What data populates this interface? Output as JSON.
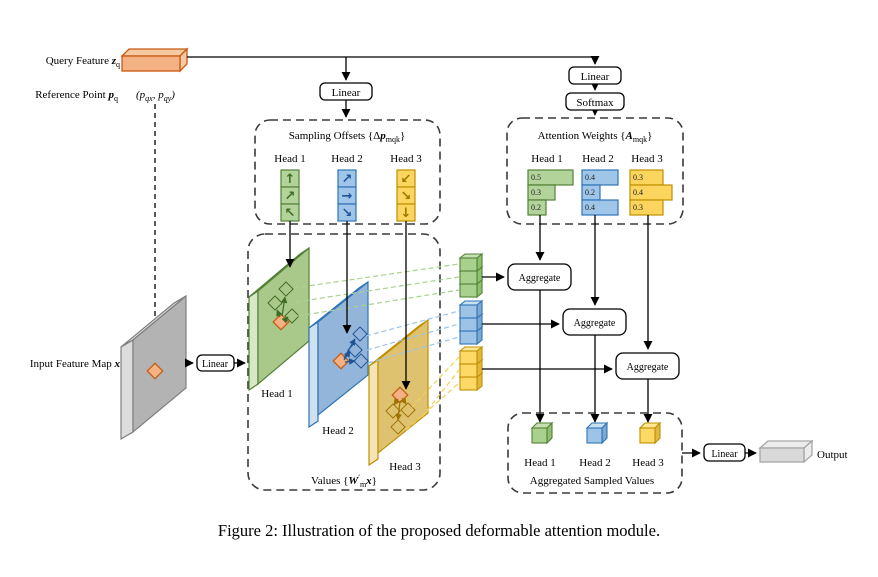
{
  "caption": "Figure 2: Illustration of the proposed deformable attention module.",
  "inputs": {
    "query_feature_label": "Query Feature ",
    "query_var": "z",
    "query_sub": "q",
    "reference_point_label": "Reference Point ",
    "ref_var": "p",
    "ref_sub": "q",
    "coords_open": "(",
    "coords_p1": "p",
    "coords_sub1": "qx",
    "coords_comma": ", ",
    "coords_p2": "p",
    "coords_sub2": "qy",
    "coords_close": ")",
    "input_feature_map_label": "Input Feature Map ",
    "input_var": "x"
  },
  "boxes": {
    "linear": "Linear",
    "softmax": "Softmax",
    "aggregate": "Aggregate"
  },
  "heads": [
    "Head 1",
    "Head 2",
    "Head 3"
  ],
  "groups": {
    "sampling_offsets": {
      "title_prefix": "Sampling Offsets {Δ",
      "title_var": "p",
      "title_sub": "mqk",
      "title_suffix": "}",
      "head_arrows": [
        [
          "↑",
          "↗",
          "↖"
        ],
        [
          "↗",
          "→",
          "↘"
        ],
        [
          "↙",
          "↘",
          "↓"
        ]
      ]
    },
    "attention_weights": {
      "title_prefix": "Attention Weights {",
      "title_var": "A",
      "title_sub": "mqk",
      "title_suffix": "}",
      "values": [
        [
          0.5,
          0.3,
          0.2
        ],
        [
          0.4,
          0.2,
          0.4
        ],
        [
          0.3,
          0.4,
          0.3
        ]
      ]
    },
    "values_group": {
      "title_prefix": "Values {",
      "title_var": "W",
      "title_sup": "′",
      "title_sub": "m",
      "title_var2": "x",
      "title_suffix": "}"
    },
    "aggregated_group": {
      "title": "Aggregated Sampled Values"
    }
  },
  "output_label": "Output",
  "colors": {
    "orange": "#f4b183",
    "green": "#a9d18e",
    "blue": "#9dc3e6",
    "yellow": "#ffd966",
    "gray": "#b3b3b3"
  }
}
